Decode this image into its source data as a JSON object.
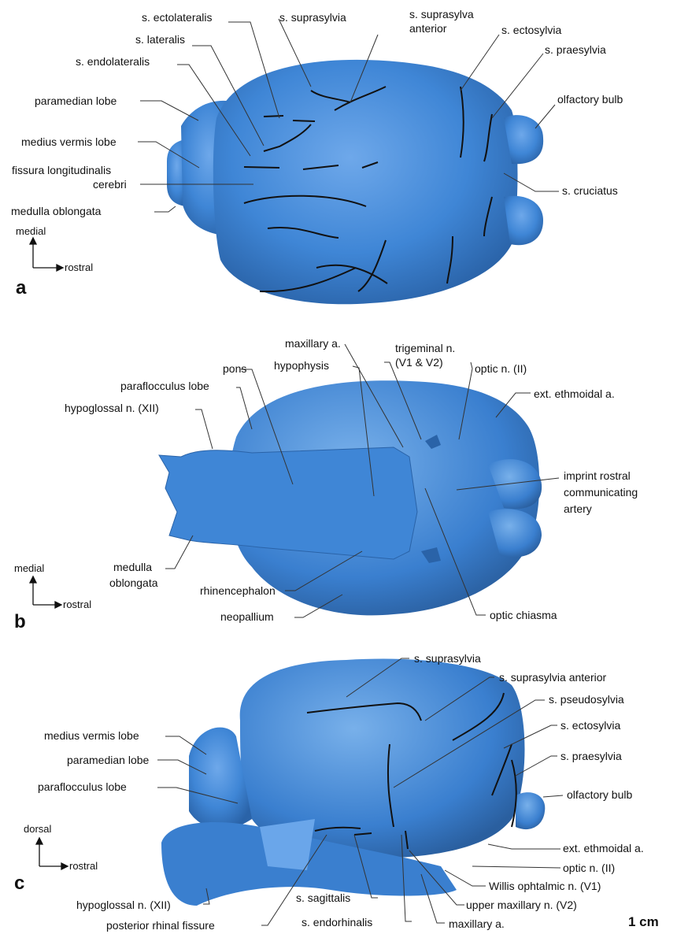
{
  "panels": [
    {
      "letter": "a",
      "axes": {
        "vertical": "medial",
        "horizontal": "rostral"
      },
      "labels": {
        "ectolateralis": "s. ectolateralis",
        "suprasylvia": "s. suprasylvia",
        "suprasylva_anterior_1": "s. suprasylva",
        "suprasylva_anterior_2": "anterior",
        "lateralis": "s. lateralis",
        "ectosylvia": "s. ectosylvia",
        "endolateralis": "s. endolateralis",
        "praesylvia": "s. praesylvia",
        "paramedian": "paramedian lobe",
        "olfactory": "olfactory bulb",
        "medius_vermis": "medius vermis lobe",
        "fissura_1": "fissura longitudinalis",
        "fissura_2": "cerebri",
        "cruciatus": "s. cruciatus",
        "medulla": "medulla oblongata"
      }
    },
    {
      "letter": "b",
      "axes": {
        "vertical": "medial",
        "horizontal": "rostral"
      },
      "labels": {
        "maxillary": "maxillary a.",
        "trigeminal_1": "trigeminal n.",
        "trigeminal_2": "(V1 & V2)",
        "pons": "pons",
        "hypophysis": "hypophysis",
        "optic": "optic n. (II)",
        "paraflocculus": "paraflocculus lobe",
        "ethmoidal": "ext. ethmoidal a.",
        "hypoglossal": "hypoglossal n. (XII)",
        "imprint_1": "imprint rostral",
        "imprint_2": "communicating",
        "imprint_3": "artery",
        "medulla_1": "medulla",
        "medulla_2": "oblongata",
        "rhinencephalon": "rhinencephalon",
        "neopallium": "neopallium",
        "chiasma": "optic chiasma"
      }
    },
    {
      "letter": "c",
      "axes": {
        "vertical": "dorsal",
        "horizontal": "rostral"
      },
      "labels": {
        "suprasylvia": "s. suprasylvia",
        "suprasylvia_anterior": "s. suprasylvia anterior",
        "pseudosylvia": "s. pseudosylvia",
        "ectosylvia": "s. ectosylvia",
        "medius_vermis": "medius vermis lobe",
        "praesylvia": "s. praesylvia",
        "paramedian": "paramedian lobe",
        "paraflocculus": "paraflocculus lobe",
        "olfactory": "olfactory bulb",
        "ethmoidal": "ext. ethmoidal a.",
        "optic": "optic n. (II)",
        "willis": "Willis ophtalmic n. (V1)",
        "hypoglossal": "hypoglossal n. (XII)",
        "sagittalis": "s. sagittalis",
        "upper_maxillary": "upper maxillary n. (V2)",
        "rhinal": "posterior rhinal fissure",
        "endorhinalis": "s. endorhinalis",
        "maxillary": "maxillary a."
      }
    }
  ],
  "scale_bar": "1 cm",
  "colors": {
    "brain": "#3f86d6",
    "brain_dark": "#2a63a8",
    "brain_light": "#78b0ea",
    "sulcus": "#111111",
    "leader": "#333333"
  }
}
